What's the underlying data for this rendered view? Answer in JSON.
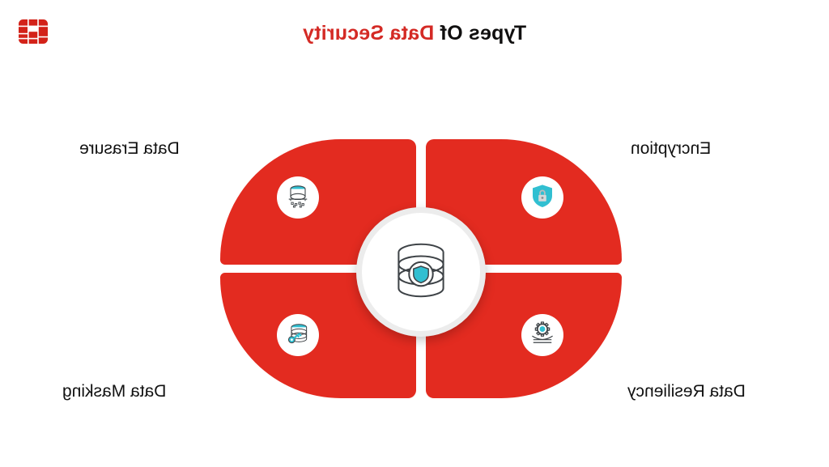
{
  "brand": {
    "logo_name": "fortinet-logo",
    "logo_color": "#d32219"
  },
  "title": {
    "part_black": "Types Of ",
    "part_red": "Data Security",
    "full": "Types Of Data Security",
    "black_color": "#100f0f",
    "red_color": "#d42a25",
    "mirrored": true
  },
  "theme": {
    "red": "#e32b20",
    "teal": "#31bfd1",
    "white": "#ffffff",
    "ring_gray": "#ececec",
    "icon_stroke": "#3e4347"
  },
  "diagram": {
    "type": "four-quadrant-radial",
    "center": {
      "icon_name": "database-shield-icon",
      "description": "database cylinder with teal shield"
    },
    "petals": [
      {
        "id": "data-erasure",
        "position": "top-left",
        "label": "Data Erasure",
        "icon_name": "database-erase-icon",
        "color": "#e32b20"
      },
      {
        "id": "encryption",
        "position": "top-right",
        "label": "Encryption",
        "icon_name": "shield-lock-icon",
        "color": "#e32b20"
      },
      {
        "id": "data-masking",
        "position": "bottom-left",
        "label": "Data Masking",
        "icon_name": "database-key-icon",
        "color": "#e32b20"
      },
      {
        "id": "data-resiliency",
        "position": "bottom-right",
        "label": "Data Resiliency",
        "icon_name": "gear-bounce-icon",
        "color": "#e32b20"
      }
    ]
  }
}
